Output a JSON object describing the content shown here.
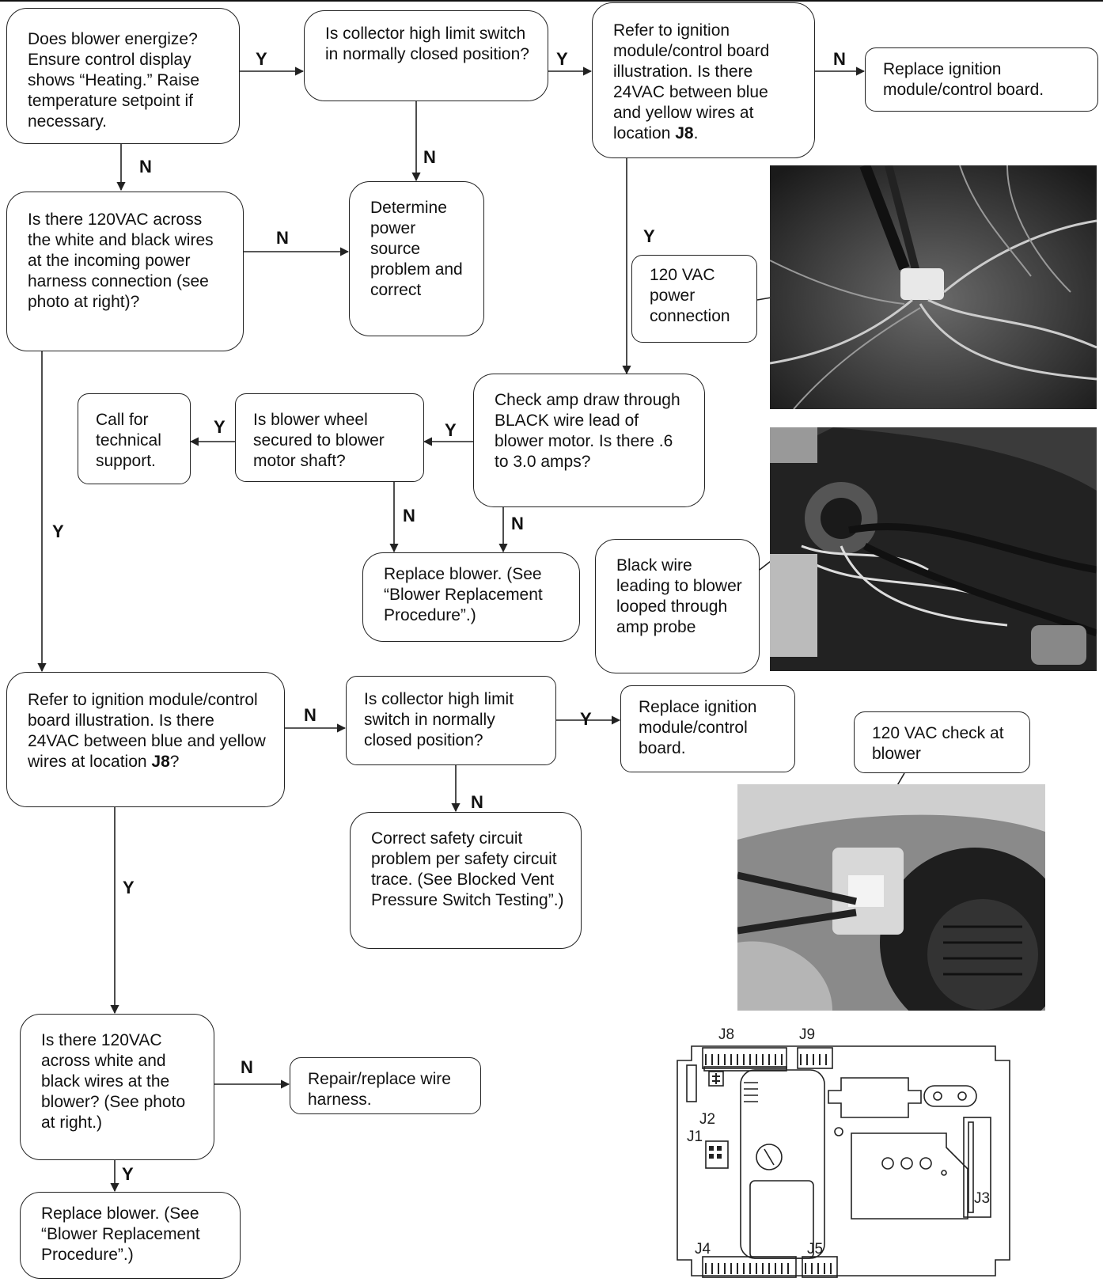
{
  "nodes": {
    "blower_energize": "Does blower energize? Ensure control display shows “Heating.” Raise temperature setpoint if necessary.",
    "high_limit_1": "Is collector high limit switch in normally closed position?",
    "refer_j8_1_pre": "Refer to ignition module/control board illustration. Is there 24VAC between blue and yellow wires at location ",
    "refer_j8_1_bold": "J8",
    "refer_j8_1_post": ".",
    "replace_module_1": "Replace ignition module/control board.",
    "power_120vac": "Is there 120VAC across the white and black wires at the incoming power harness connection (see photo at right)?",
    "power_source": "Determine power source problem and correct",
    "callout_power_conn": "120 VAC power connection",
    "check_amp": "Check amp draw through BLACK wire lead of blower motor. Is there .6 to 3.0 amps?",
    "wheel_secured": "Is blower wheel secured to blower motor shaft?",
    "call_support": "Call for technical support.",
    "replace_blower_1": "Replace blower. (See “Blower Replacement Procedure”.)",
    "callout_black_wire": "Black wire leading to blower looped through  amp probe",
    "refer_j8_2_pre": "Refer to ignition module/control board illustration. Is there 24VAC between blue and yellow wires at location ",
    "refer_j8_2_bold": "J8",
    "refer_j8_2_post": "?",
    "high_limit_2": "Is collector high limit switch in normally closed position?",
    "replace_module_2": "Replace ignition module/control board.",
    "callout_blower_check": "120 VAC check at blower",
    "safety_circuit": "Correct safety circuit problem per safety circuit trace. (See Blocked Vent Pressure Switch Testing”.)",
    "blower_120vac": "Is there 120VAC across white and black wires at the blower? (See photo at right.)",
    "repair_harness": "Repair/replace wire harness.",
    "replace_blower_2": "Replace blower. (See “Blower Replacement Procedure”.)"
  },
  "edge_labels": {
    "e1": "Y",
    "e2": "Y",
    "e3": "N",
    "e4": "N",
    "e5": "N",
    "e6": "N",
    "e7": "Y",
    "e8": "Y",
    "e9": "Y",
    "e10": "N",
    "e11": "N",
    "e12": "Y",
    "e13": "N",
    "e14": "Y",
    "e15": "N",
    "e16": "Y",
    "e17": "N",
    "e18": "Y"
  },
  "board": {
    "j8": "J8",
    "j9": "J9",
    "j2": "J2",
    "j1": "J1",
    "j3": "J3",
    "j4": "J4",
    "j5": "J5"
  },
  "colors": {
    "line": "#222222",
    "photo_bg": "#2a2a2a"
  }
}
